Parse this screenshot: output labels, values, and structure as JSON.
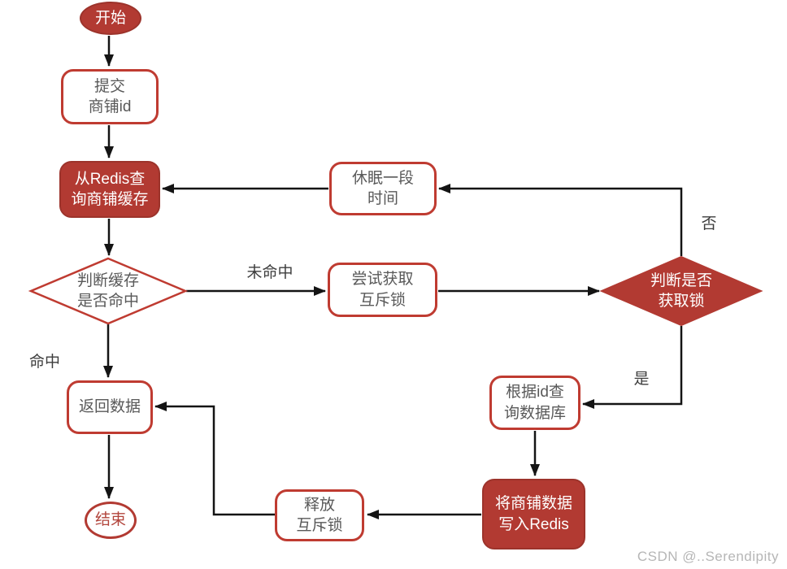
{
  "nodes": {
    "start": {
      "label": "开始",
      "shape": "ellipse-filled"
    },
    "submit_shop_id": {
      "label": "提交\n商铺id",
      "shape": "rect-outline"
    },
    "query_redis_cache": {
      "label": "从Redis查\n询商铺缓存",
      "shape": "rect-filled"
    },
    "cache_hit_check": {
      "label": "判断缓存\n是否命中",
      "shape": "diamond-outline"
    },
    "sleep_a_while": {
      "label": "休眠一段\n时间",
      "shape": "rect-outline"
    },
    "try_mutex_lock": {
      "label": "尝试获取\n互斥锁",
      "shape": "rect-outline"
    },
    "lock_acquired_check": {
      "label": "判断是否\n获取锁",
      "shape": "diamond-filled"
    },
    "query_db_by_id": {
      "label": "根据id查\n询数据库",
      "shape": "rect-outline"
    },
    "write_to_redis": {
      "label": "将商铺数据\n写入Redis",
      "shape": "rect-filled"
    },
    "release_mutex_lock": {
      "label": "释放\n互斥锁",
      "shape": "rect-outline"
    },
    "return_data": {
      "label": "返回数据",
      "shape": "rect-outline"
    },
    "end": {
      "label": "结束",
      "shape": "ellipse-outline"
    }
  },
  "edge_labels": {
    "miss": "未命中",
    "hit": "命中",
    "no": "否",
    "yes": "是"
  },
  "watermark": "CSDN @..Serendipity",
  "colors": {
    "shape_fill_red": "#b23a32",
    "shape_border_red": "#bf3b31",
    "node_text_gray": "#595959",
    "edge_black": "#141414",
    "watermark_gray": "#b6b6b6"
  }
}
